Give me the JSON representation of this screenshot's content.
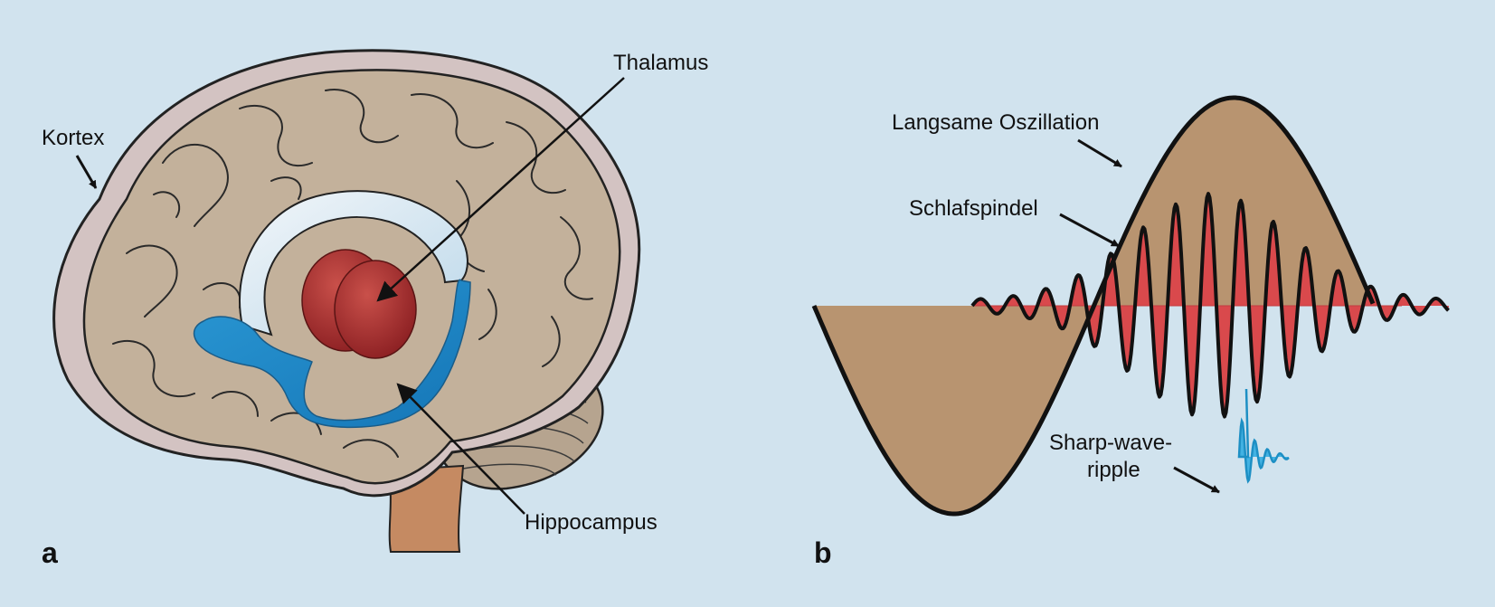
{
  "panels": [
    {
      "letter": "a",
      "labels": {
        "kortex": "Kortex",
        "thalamus": "Thalamus",
        "hippocampus": "Hippocampus"
      }
    },
    {
      "letter": "b",
      "labels": {
        "slow_oscillation": "Langsame Oszillation",
        "spindle": "Schlafspindel",
        "ripple_line1": "Sharp-wave-",
        "ripple_line2": "ripple"
      }
    }
  ],
  "colors": {
    "background": "#d1e3ee",
    "brain_tissue": "#c3b19b",
    "cortex_rim": "#d3c3c2",
    "thalamus": "#a42a2a",
    "hippocampus": "#1b86c6",
    "fornix": "#e9f1f6",
    "brainstem": "#c58a62",
    "slow_wave_fill": "#b89470",
    "spindle_fill": "#d9494c",
    "ripple": "#29a9e0",
    "outline": "#111111"
  },
  "icons": [
    "brain-icon",
    "waveform-icon",
    "arrow-icon"
  ]
}
